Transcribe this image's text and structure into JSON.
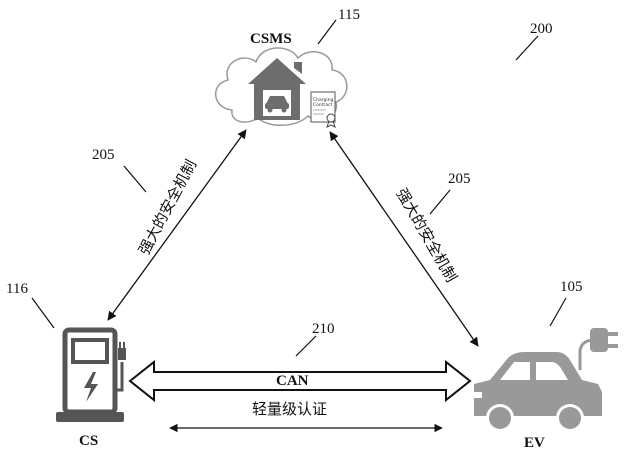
{
  "nodes": {
    "csms": {
      "label": "CSMS",
      "ref": "115"
    },
    "cs": {
      "label": "CS",
      "ref": "116"
    },
    "ev": {
      "label": "EV",
      "ref": "105"
    }
  },
  "figure_ref": "200",
  "links": {
    "left": {
      "ref": "205",
      "label": "强大的安全机制"
    },
    "right": {
      "ref": "205",
      "label": "强大的安全机制"
    },
    "can": {
      "ref": "210",
      "label": "CAN"
    },
    "auth": {
      "label": "轻量级认证"
    }
  },
  "icons": {
    "cloud": "cloud-icon",
    "house": "house-icon",
    "car": "car-icon",
    "certificate": "certificate-icon",
    "charger": "charging-station-icon",
    "plug": "plug-icon"
  },
  "certificate_text": [
    "Charging",
    "Contract"
  ]
}
